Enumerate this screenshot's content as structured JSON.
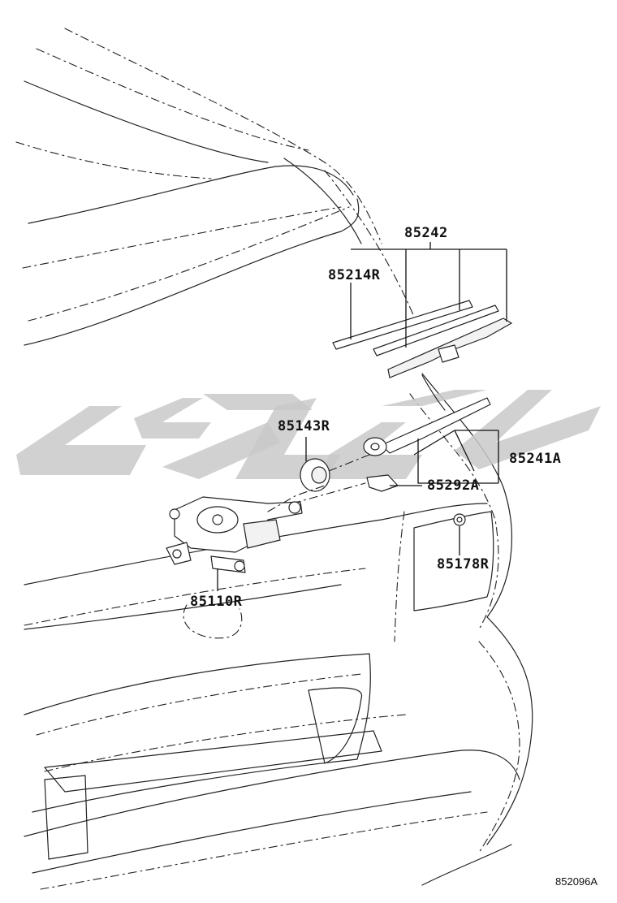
{
  "callouts": {
    "blade_assembly": "85242",
    "blade_insert": "85214R",
    "arm_cap": "85143R",
    "arm_assembly": "85241A",
    "arm_head_cover": "85292A",
    "pivot_nut": "85178R",
    "motor_assembly": "85110R"
  },
  "diagram_code": "852096A",
  "colors": {
    "line": "#222222",
    "watermark": "#c9c9c9",
    "background": "#ffffff"
  }
}
